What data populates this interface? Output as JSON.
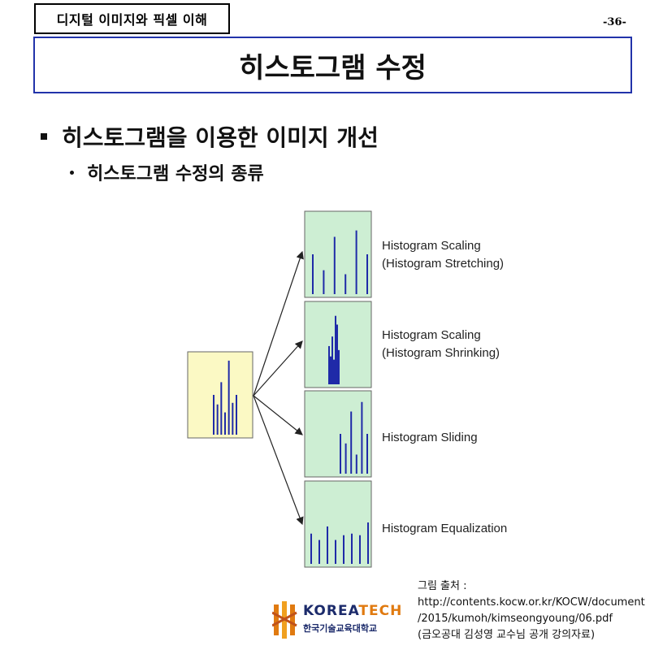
{
  "header": {
    "course": "디지털 이미지와 픽셀 이해",
    "page_number": "-36-",
    "title": "히스토그램 수정"
  },
  "content": {
    "bullet_1": "히스토그램을 이용한 이미지 개선",
    "bullet_2": "히스토그램 수정의 종류"
  },
  "diagram": {
    "source_hist": {
      "fill": "#fbf9c4",
      "bars": [
        0.5,
        0.38,
        0.66,
        0.28,
        0.93,
        0.4,
        0.5
      ]
    },
    "targets": [
      {
        "label_line_1": "Histogram Scaling",
        "label_line_2": "(Histogram Stretching)",
        "bars": [
          0.5,
          0.3,
          0.72,
          0.25,
          0.8,
          0.5
        ]
      },
      {
        "label_line_1": "Histogram Scaling",
        "label_line_2": "(Histogram Shrinking)",
        "bars": [
          0.48,
          0.35,
          0.6,
          0.31,
          0.86,
          0.75,
          0.43
        ]
      },
      {
        "label_line_1": "Histogram Sliding",
        "label_line_2": "",
        "bars": [
          0.5,
          0.38,
          0.78,
          0.24,
          0.9,
          0.5
        ]
      },
      {
        "label_line_1": "Histogram Equalization",
        "label_line_2": "",
        "bars": [
          0.38,
          0.3,
          0.47,
          0.3,
          0.36,
          0.38,
          0.36,
          0.52
        ]
      }
    ],
    "target_fill": "#cdeed3",
    "bar_color": "#1f2aa8"
  },
  "source": {
    "line_1": "그림 출처 :",
    "line_2": "http://contents.kocw.or.kr/KOCW/document",
    "line_3": "/2015/kumoh/kimseongyoung/06.pdf",
    "line_4": "(금오공대 김성영 교수님 공개 강의자료)"
  },
  "logo": {
    "word_korea": "KOREA",
    "word_tech": "TECH",
    "subtitle": "한국기술교육대학교"
  }
}
